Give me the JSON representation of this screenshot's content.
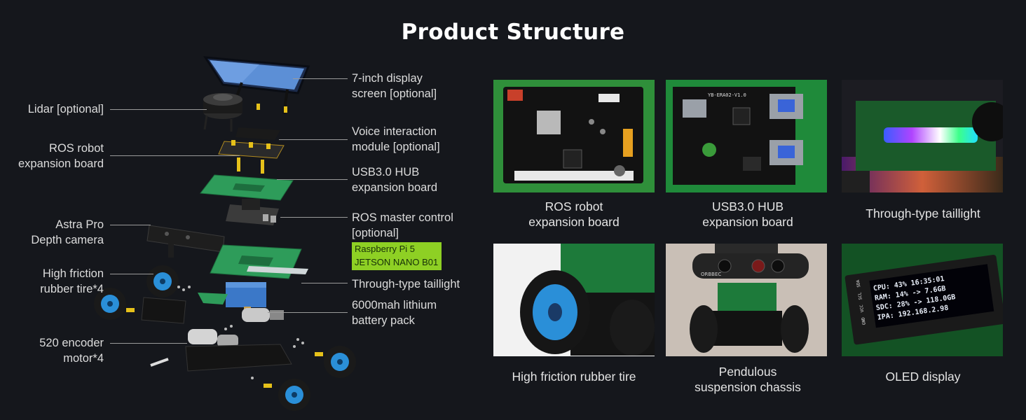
{
  "title": "Product Structure",
  "left_labels": {
    "lidar": [
      "Lidar [optional]"
    ],
    "ros_board": [
      "ROS robot",
      "expansion board"
    ],
    "camera": [
      "Astra Pro",
      "Depth camera"
    ],
    "tire": [
      "High friction",
      "rubber tire*4"
    ],
    "motor": [
      "520 encoder",
      "motor*4"
    ]
  },
  "right_labels": {
    "display": [
      "7-inch display",
      "screen [optional]"
    ],
    "voice": [
      "Voice interaction",
      "module [optional]"
    ],
    "usb": [
      "USB3.0 HUB",
      "expansion board"
    ],
    "master": [
      "ROS master control",
      "[optional]"
    ],
    "taillight": [
      "Through-type taillight"
    ],
    "battery": [
      "6000mah lithium",
      "battery pack"
    ]
  },
  "pi_badge": [
    "Raspberry Pi 5",
    "JETSON NANO B01"
  ],
  "gallery": [
    {
      "caption": [
        "ROS robot",
        "expansion board"
      ]
    },
    {
      "caption": [
        "USB3.0 HUB",
        "expansion board"
      ],
      "board_text": "YB-ERA02-V1.0"
    },
    {
      "caption": [
        "Through-type taillight"
      ]
    },
    {
      "caption": [
        "High friction rubber tire"
      ]
    },
    {
      "caption": [
        "Pendulous",
        "suspension chassis"
      ],
      "camera_text": "ORBBEC"
    },
    {
      "caption": [
        "OLED display"
      ],
      "oled_lines": [
        "CPU: 43%  16:35:01",
        "RAM: 14% -> 7.6GB",
        "SDC: 28% -> 118.0GB",
        "IPA: 192.168.2.98"
      ],
      "oled_pins": [
        "GND",
        "VCC",
        "SCL",
        "SDA"
      ]
    }
  ],
  "colors": {
    "background": "#15171c",
    "board_green": "#2e9c5a",
    "badge_green": "#8ed024",
    "tire_blue": "#2a8fd8"
  }
}
